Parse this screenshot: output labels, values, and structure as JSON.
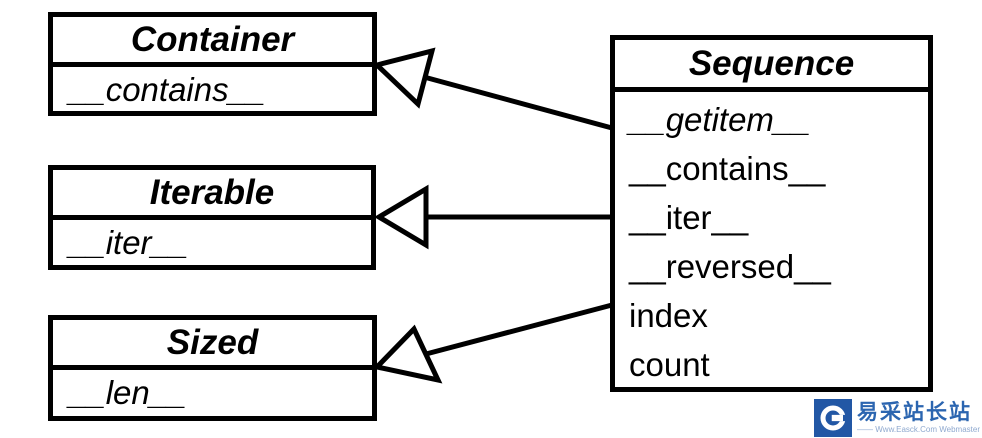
{
  "diagram": {
    "type": "uml-class-diagram",
    "colors": {
      "stroke": "#000000",
      "box_fill": "#ffffff",
      "background": "#ffffff"
    },
    "classes": [
      {
        "id": "container",
        "name": "Container",
        "members": [
          {
            "text": "__contains__",
            "italic": true
          }
        ]
      },
      {
        "id": "iterable",
        "name": "Iterable",
        "members": [
          {
            "text": "__iter__",
            "italic": true
          }
        ]
      },
      {
        "id": "sized",
        "name": "Sized",
        "members": [
          {
            "text": "__len__",
            "italic": true
          }
        ]
      },
      {
        "id": "sequence",
        "name": "Sequence",
        "members": [
          {
            "text": "__getitem__",
            "italic": true
          },
          {
            "text": "__contains__",
            "italic": false
          },
          {
            "text": "__iter__",
            "italic": false
          },
          {
            "text": "__reversed__",
            "italic": false
          },
          {
            "text": "index",
            "italic": false
          },
          {
            "text": "count",
            "italic": false
          }
        ]
      }
    ],
    "relations": [
      {
        "from": "Sequence",
        "to": "Container",
        "type": "inheritance"
      },
      {
        "from": "Sequence",
        "to": "Iterable",
        "type": "inheritance"
      },
      {
        "from": "Sequence",
        "to": "Sized",
        "type": "inheritance"
      }
    ]
  },
  "watermark": {
    "site_name": "易采站长站",
    "tagline": "—— Www.Easck.Com Webmaster",
    "brand_color": "#2257a5"
  }
}
